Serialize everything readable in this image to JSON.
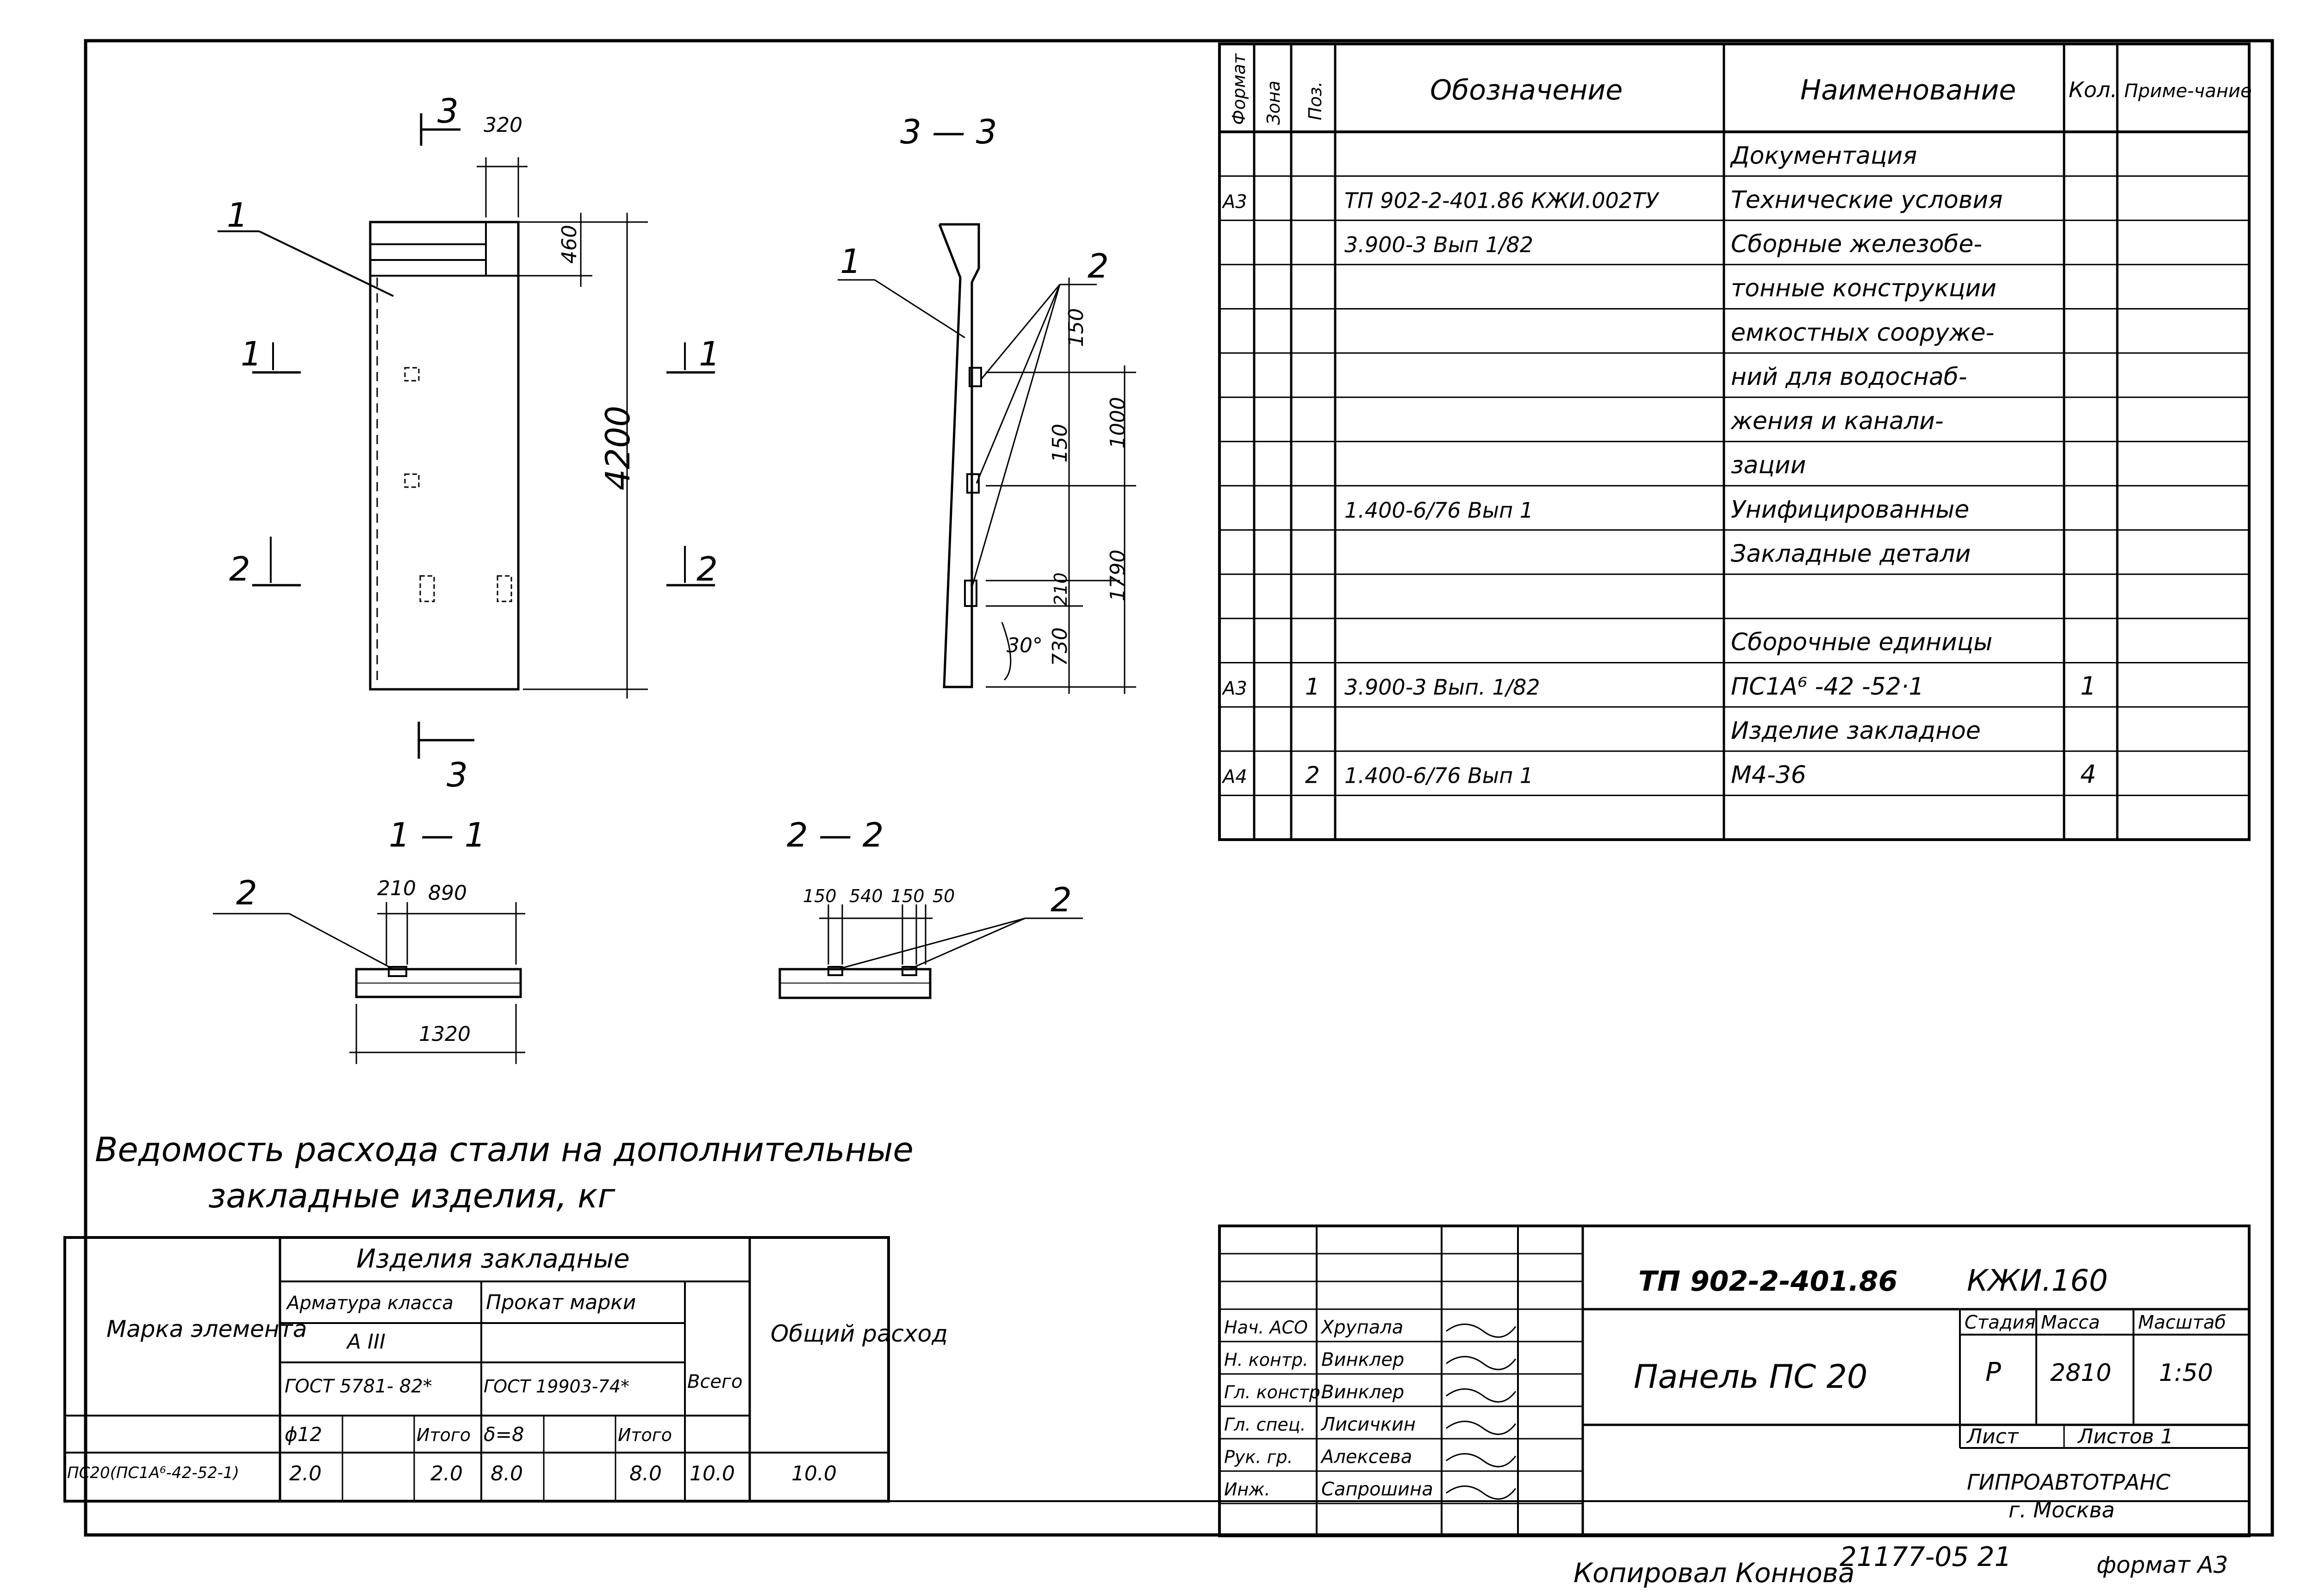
{
  "drawing": {
    "views": {
      "section_3_3": "3 — 3",
      "section_1_1": "1 — 1",
      "section_2_2": "2 — 2",
      "cut_marker_3": "3",
      "cut_marker_1": "1",
      "cut_marker_2": "2",
      "pos1": "1",
      "pos2": "2"
    },
    "elevation_dims": {
      "d320": "320",
      "d460": "460",
      "d4200": "4200"
    },
    "section_dims": {
      "d150a": "150",
      "d150b": "150",
      "d1000": "1000",
      "d1790": "1790",
      "d210": "210",
      "d730": "730",
      "angle": "30°"
    },
    "sec11_dims": {
      "d210": "210",
      "d890": "890",
      "d1320": "1320"
    },
    "sec22_dims": {
      "d150a": "150",
      "d540": "540",
      "d150b": "150",
      "d50": "50"
    }
  },
  "spec_table": {
    "headers": {
      "format": "Формат",
      "zone": "Зона",
      "pos": "Поз.",
      "designation": "Обозначение",
      "name": "Наименование",
      "qty": "Кол.",
      "note": "Приме-чание"
    },
    "rows": [
      {
        "format": "",
        "pos": "",
        "designation": "",
        "name": "Документация",
        "qty": ""
      },
      {
        "format": "А3",
        "pos": "",
        "designation": "ТП 902-2-401.86    КЖИ.002ТУ",
        "name": "Технические условия",
        "qty": ""
      },
      {
        "format": "",
        "pos": "",
        "designation": "3.900-3   Вып 1/82",
        "name": "Сборные железобе-",
        "qty": ""
      },
      {
        "format": "",
        "pos": "",
        "designation": "",
        "name": "тонные конструкции",
        "qty": ""
      },
      {
        "format": "",
        "pos": "",
        "designation": "",
        "name": "емкостных сооруже-",
        "qty": ""
      },
      {
        "format": "",
        "pos": "",
        "designation": "",
        "name": "ний для водоснаб-",
        "qty": ""
      },
      {
        "format": "",
        "pos": "",
        "designation": "",
        "name": "жения и канали-",
        "qty": ""
      },
      {
        "format": "",
        "pos": "",
        "designation": "",
        "name": "зации",
        "qty": ""
      },
      {
        "format": "",
        "pos": "",
        "designation": "1.400-6/76  Вып 1",
        "name": "Унифицированные",
        "qty": ""
      },
      {
        "format": "",
        "pos": "",
        "designation": "",
        "name": "Закладные детали",
        "qty": ""
      },
      {
        "format": "",
        "pos": "",
        "designation": "",
        "name": "",
        "qty": ""
      },
      {
        "format": "",
        "pos": "",
        "designation": "",
        "name": "Сборочные единицы",
        "qty": ""
      },
      {
        "format": "А3",
        "pos": "1",
        "designation": "3.900-3   Вып. 1/82",
        "name": "ПС1А⁶ -42 -52·1",
        "qty": "1"
      },
      {
        "format": "",
        "pos": "",
        "designation": "",
        "name": "Изделие закладное",
        "qty": ""
      },
      {
        "format": "А4",
        "pos": "2",
        "designation": "1.400-6/76   Вып 1",
        "name": "М4-36",
        "qty": "4"
      },
      {
        "format": "",
        "pos": "",
        "designation": "",
        "name": "",
        "qty": ""
      }
    ]
  },
  "steel_table": {
    "title_line1": "Ведомость расхода стали на дополнительные",
    "title_line2": "закладные изделия, кг",
    "head_element": "Марка элемента",
    "head_embedded": "Изделия закладные",
    "head_rebar": "Арматура класса",
    "head_rebar_class": "А ІІІ",
    "head_rebar_gost": "ГОСТ 5781- 82*",
    "head_profile": "Прокат марки",
    "head_profile_gost": "ГОСТ 19903-74*",
    "head_total": "Всего",
    "head_general": "Общий расход",
    "sub_phi": "ϕ12",
    "sub_itogo1": "Итого",
    "sub_delta": "δ=8",
    "sub_itogo2": "Итого",
    "row": {
      "mark": "ПС20(ПС1А⁶-42-52-1)",
      "phi12": "2.0",
      "itogo1": "2.0",
      "delta8": "8.0",
      "itogo2": "8.0",
      "total": "10.0",
      "general": "10.0"
    }
  },
  "title_block": {
    "code": "ТП 902-2-401.86",
    "sheet_code": "КЖИ.160",
    "name": "Панель ПС 20",
    "stage_label": "Стадия",
    "mass_label": "Масса",
    "scale_label": "Масштаб",
    "stage": "Р",
    "mass": "2810",
    "scale": "1:50",
    "sheet_label": "Лист",
    "sheets_label": "Листов 1",
    "org_line1": "ГИПРОАВТОТРАНС",
    "org_line2": "г. Москва",
    "roles": [
      {
        "role": "Нач. АСО",
        "person": "Хрупала"
      },
      {
        "role": "Н. контр.",
        "person": "Винклер"
      },
      {
        "role": "Гл. констр.",
        "person": "Винклер"
      },
      {
        "role": "Гл. спец.",
        "person": "Лисичкин"
      },
      {
        "role": "Рук. гр.",
        "person": "Алексева"
      },
      {
        "role": "Инж.",
        "person": "Сапрошина"
      }
    ]
  },
  "footer": {
    "copied": "Копировал Коннова",
    "number": "21177-05 21",
    "format": "формат А3"
  }
}
